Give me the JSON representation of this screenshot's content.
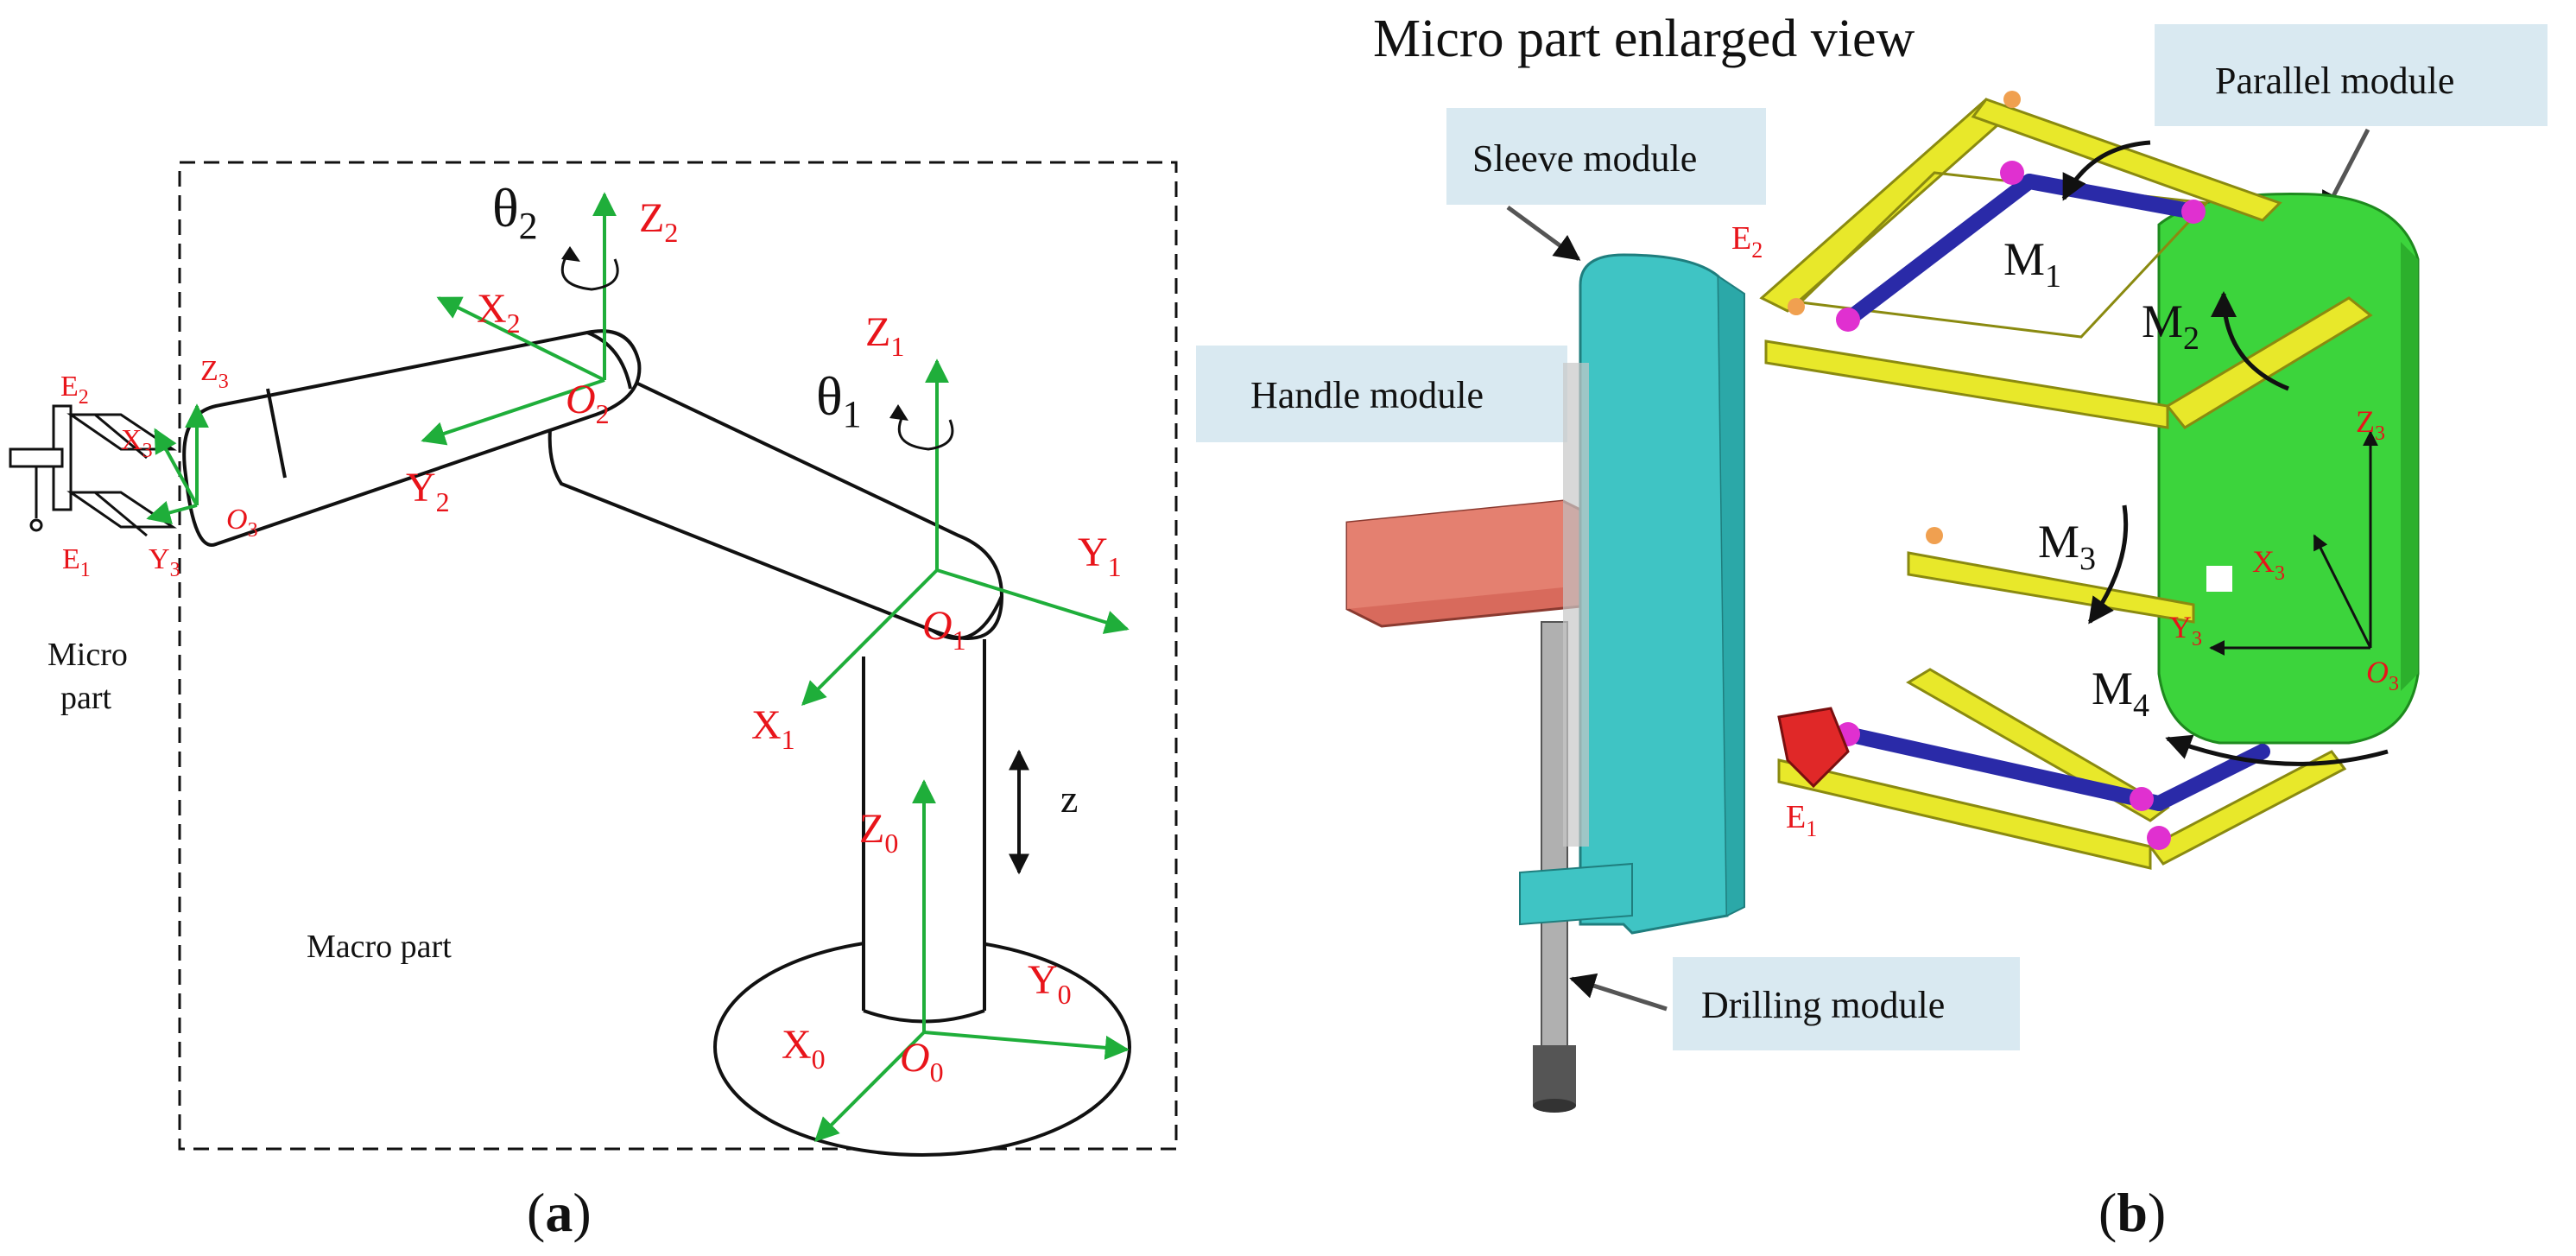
{
  "panel_a": {
    "caption_open": "(",
    "caption_letter": "a",
    "caption_close": ")",
    "macro_label": "Macro part",
    "micro_label_line1": "Micro",
    "micro_label_line2": "part",
    "theta1": "θ",
    "theta1_sub": "1",
    "theta2": "θ",
    "theta2_sub": "2",
    "z_label": "z",
    "frames": {
      "O0": {
        "origin": "O",
        "origin_sub": "0",
        "x": "X",
        "x_sub": "0",
        "y": "Y",
        "y_sub": "0",
        "z": "Z",
        "z_sub": "0"
      },
      "O1": {
        "origin": "O",
        "origin_sub": "1",
        "x": "X",
        "x_sub": "1",
        "y": "Y",
        "y_sub": "1",
        "z": "Z",
        "z_sub": "1"
      },
      "O2": {
        "origin": "O",
        "origin_sub": "2",
        "x": "X",
        "x_sub": "2",
        "y": "Y",
        "y_sub": "2",
        "z": "Z",
        "z_sub": "2"
      },
      "O3": {
        "origin": "O",
        "origin_sub": "3",
        "x": "X",
        "x_sub": "3",
        "y": "Y",
        "y_sub": "3",
        "z": "Z",
        "z_sub": "3"
      }
    },
    "e1": "E",
    "e1_sub": "1",
    "e2": "E",
    "e2_sub": "2"
  },
  "panel_b": {
    "title": "Micro part enlarged view",
    "caption_open": "(",
    "caption_letter": "b",
    "caption_close": ")",
    "callouts": {
      "parallel": "Parallel module",
      "sleeve": "Sleeve module",
      "handle": "Handle module",
      "drilling": "Drilling module"
    },
    "moments": {
      "m1": "M",
      "m1_sub": "1",
      "m2": "M",
      "m2_sub": "2",
      "m3": "M",
      "m3_sub": "3",
      "m4": "M",
      "m4_sub": "4"
    },
    "e1": "E",
    "e1_sub": "1",
    "e2": "E",
    "e2_sub": "2",
    "frame3": {
      "x": "X",
      "x_sub": "3",
      "y": "Y",
      "y_sub": "3",
      "z": "Z",
      "z_sub": "3",
      "o": "O",
      "o_sub": "3"
    }
  },
  "colors": {
    "axis_green": "#1fae3a",
    "label_red": "#e8141a",
    "callout_box": "#d9e9f1",
    "teal_module": "#3fc4c4",
    "green_module": "#3cd43c",
    "yellow_link": "#e8e82a",
    "blue_rod": "#2a2aa8",
    "magenta_joint": "#e030d0",
    "salmon_handle": "#d86a5c"
  }
}
